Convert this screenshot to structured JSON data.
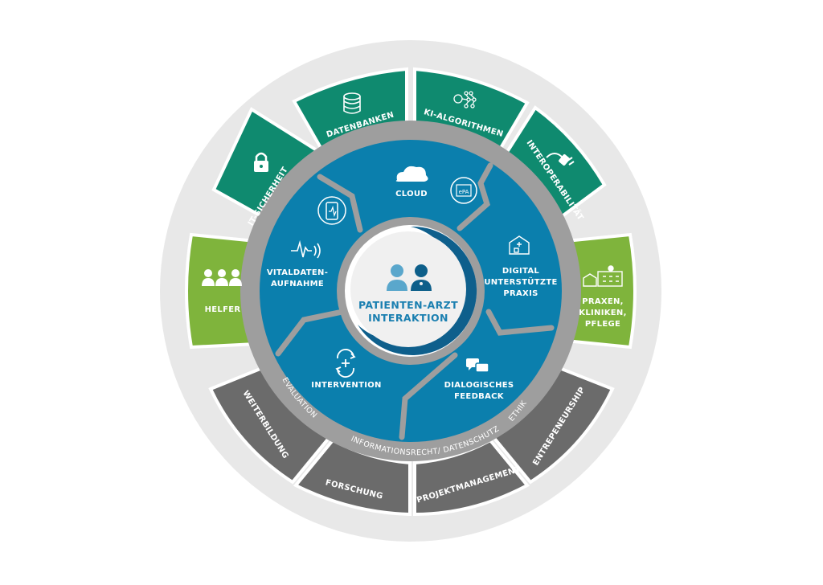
{
  "colors": {
    "outer_ring": "#e8e8e8",
    "teal": "#0f8a6f",
    "lime": "#7fb43c",
    "dark_gray": "#6b6b6b",
    "mid_ring": "#9e9e9e",
    "blue": "#0b7fad",
    "center_ring": "#0e5f8c",
    "center_fill": "#f0f0f0",
    "person_light": "#5aa7cc",
    "person_dark": "#0d5f8a"
  },
  "center": {
    "line1": "PATIENTEN-ARZT",
    "line2": "INTERAKTION",
    "icon": "patient-doctor-icon"
  },
  "segments": {
    "cloud": {
      "label": "CLOUD",
      "badge": "ePA",
      "icon": "cloud-icon"
    },
    "digital": {
      "line1": "DIGITAL",
      "line2": "UNTERSTÜTZTE",
      "line3": "PRAXIS",
      "icon": "digital-practice-icon"
    },
    "dialog": {
      "line1": "DIALOGISCHES",
      "line2": "FEEDBACK",
      "icon": "chat-bubbles-icon"
    },
    "intervention": {
      "label": "INTERVENTION",
      "icon": "cycle-plus-icon"
    },
    "vital": {
      "line1": "VITALDATEN-",
      "line2": "AUFNAHME",
      "icon": "heartbeat-icon",
      "icon2": "smartphone-icon"
    }
  },
  "gray_ring": {
    "evaluation": "EVALUATION",
    "info": "INFORMATIONSRECHT/ DATENSCHUTZ",
    "ethik": "ETHIK"
  },
  "teal_tiles": [
    {
      "label": "IT-SICHERHEIT",
      "icon": "lock-icon"
    },
    {
      "label": "DATENBANKEN",
      "icon": "database-icon"
    },
    {
      "label": "KI-ALGORITHMEN",
      "icon": "network-icon"
    },
    {
      "label": "INTEROPERABILITÄT",
      "icon": "plug-icon"
    }
  ],
  "lime_tiles": {
    "left": {
      "label": "HELFER",
      "icon": "people-icon"
    },
    "right": {
      "line1": "PRAXEN,",
      "line2": "KLINIKEN,",
      "line3": "PFLEGE",
      "icon": "buildings-icon"
    }
  },
  "gray_tiles": [
    {
      "label": "WEITERBILDUNG"
    },
    {
      "label": "FORSCHUNG"
    },
    {
      "label": "PROJEKTMANAGEMENT"
    },
    {
      "label": "ENTREPENEURSHIP"
    }
  ]
}
